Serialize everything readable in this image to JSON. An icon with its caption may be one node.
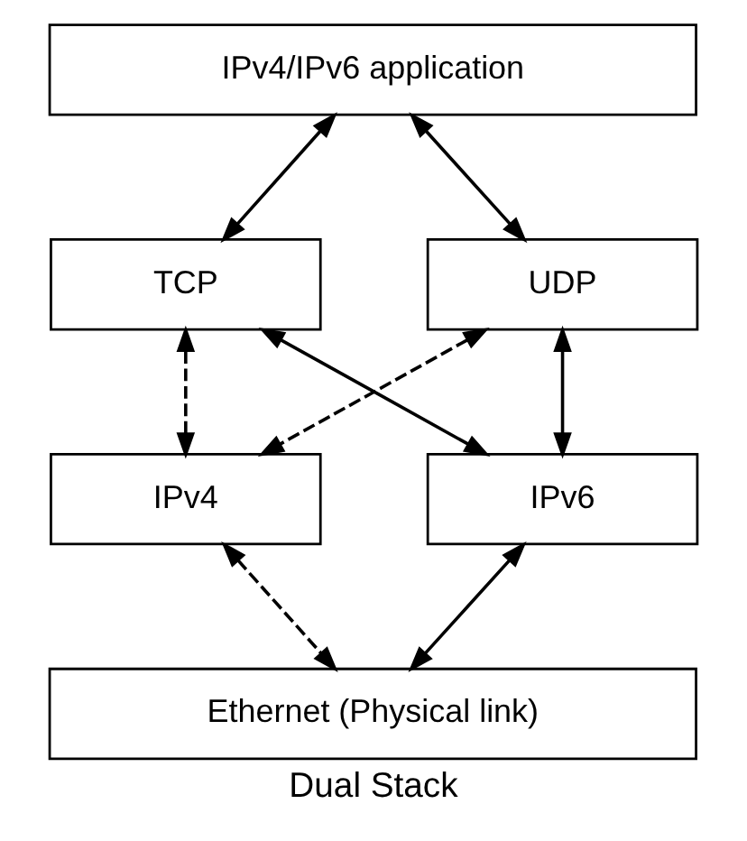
{
  "diagram": {
    "caption": "Dual Stack",
    "nodes": [
      {
        "text": [
          "IPv4/IPv6 application"
        ]
      },
      {
        "text": [
          "TCP"
        ]
      },
      {
        "text": [
          "UDP"
        ]
      },
      {
        "text": [
          "IPv4"
        ]
      },
      {
        "text": [
          "IPv6"
        ]
      },
      {
        "text": [
          "Ethernet (Physical link)"
        ]
      }
    ],
    "edges": [
      {
        "from": 0,
        "to": 1,
        "arrow": "both"
      },
      {
        "from": 0,
        "to": 2,
        "arrow": "both"
      },
      {
        "from": 1,
        "to": 3,
        "arrow": "both",
        "style": "dashed"
      },
      {
        "from": 1,
        "to": 4,
        "arrow": "both"
      },
      {
        "from": 2,
        "to": 3,
        "arrow": "both",
        "style": "dashed"
      },
      {
        "from": 2,
        "to": 4,
        "arrow": "both"
      },
      {
        "from": 3,
        "to": 5,
        "arrow": "both",
        "style": "dashed"
      },
      {
        "from": 4,
        "to": 5,
        "arrow": "both"
      }
    ]
  }
}
